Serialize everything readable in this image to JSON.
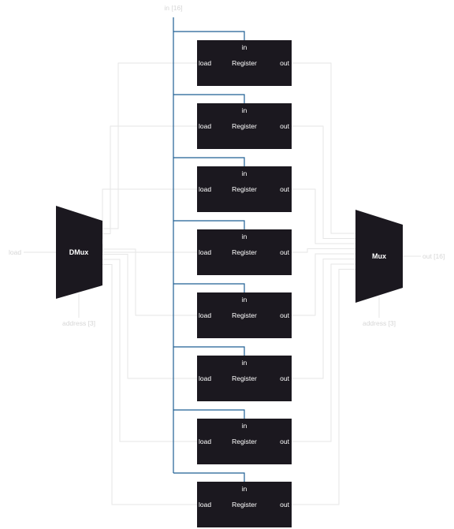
{
  "labels": {
    "input_bus": "in [16]",
    "load_input": "load",
    "output_bus": "out [16]",
    "dmux_address": "address [3]",
    "mux_address": "address [3]"
  },
  "dmux": {
    "label": "DMux"
  },
  "mux": {
    "label": "Mux"
  },
  "register_block": {
    "title": "Register",
    "in_label": "in",
    "load_label": "load",
    "out_label": "out",
    "count": 8
  },
  "colors": {
    "block_fill": "#1b181f",
    "bus_wire": "#1f5f94",
    "signal_wire": "#e6e6e6",
    "external_text": "#d6d6d6"
  }
}
